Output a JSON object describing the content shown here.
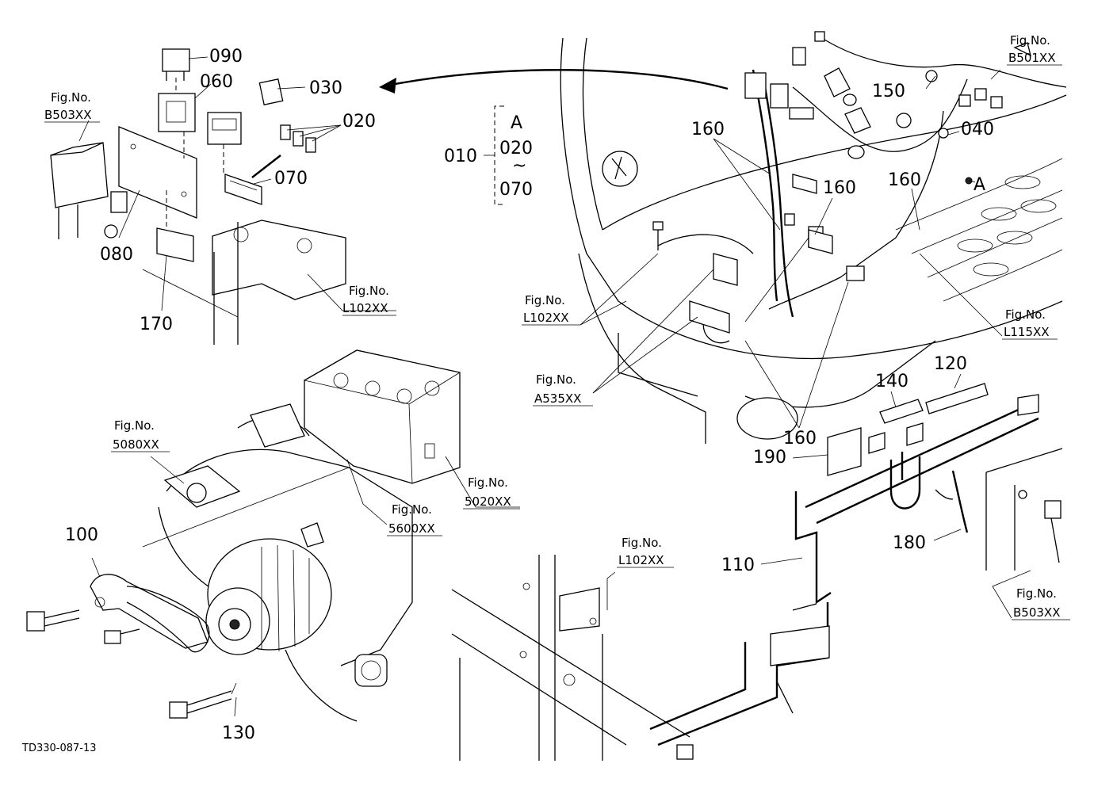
{
  "document_id": "TD330-087-13",
  "part_numbers": {
    "p010": "010",
    "p020": "020",
    "p030": "030",
    "p040": "040",
    "p060": "060",
    "p070": "070",
    "p080": "080",
    "p090": "090",
    "p100": "100",
    "p110": "110",
    "p120": "120",
    "p130": "130",
    "p140": "140",
    "p150": "150",
    "p160": "160",
    "p170": "170",
    "p180": "180",
    "p190": "190"
  },
  "range_bracket": {
    "top": "A",
    "mid": "020",
    "tilde": "~",
    "bottom": "070"
  },
  "view_marker": "A",
  "fig_prefix": "Fig.No.",
  "fig_refs": {
    "b503_top": "B503XX",
    "l102_top": "L102XX",
    "b501": "B501XX",
    "l102_mid": "L102XX",
    "l115": "L115XX",
    "a535": "A535XX",
    "f5080": "5080XX",
    "f5020": "5020XX",
    "f5600": "5600XX",
    "l102_bottom": "L102XX",
    "b503_bottom": "B503XX"
  }
}
